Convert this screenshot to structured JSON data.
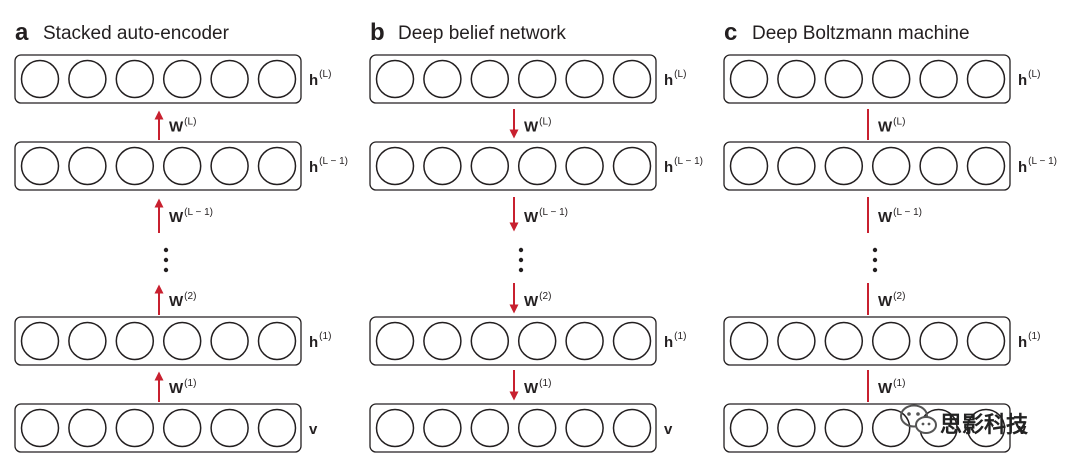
{
  "panels": [
    {
      "letter": "a",
      "title": "Stacked auto-encoder",
      "connection": "up-arrow",
      "layers": [
        {
          "name": "h",
          "sup": "(L)"
        },
        {
          "name": "h",
          "sup": "(L − 1)"
        },
        {
          "name": "h",
          "sup": "(1)"
        },
        {
          "name": "v",
          "sup": ""
        }
      ],
      "weights": [
        {
          "name": "W",
          "sup": "(L)"
        },
        {
          "name": "W",
          "sup": "(L − 1)"
        },
        {
          "name": "W",
          "sup": "(2)"
        },
        {
          "name": "W",
          "sup": "(1)"
        }
      ]
    },
    {
      "letter": "b",
      "title": "Deep belief network",
      "connection": "down-arrow",
      "layers": [
        {
          "name": "h",
          "sup": "(L)"
        },
        {
          "name": "h",
          "sup": "(L − 1)"
        },
        {
          "name": "h",
          "sup": "(1)"
        },
        {
          "name": "v",
          "sup": ""
        }
      ],
      "weights": [
        {
          "name": "W",
          "sup": "(L)"
        },
        {
          "name": "W",
          "sup": "(L − 1)"
        },
        {
          "name": "W",
          "sup": "(2)"
        },
        {
          "name": "W",
          "sup": "(1)"
        }
      ]
    },
    {
      "letter": "c",
      "title": "Deep Boltzmann machine",
      "connection": "line",
      "layers": [
        {
          "name": "h",
          "sup": "(L)"
        },
        {
          "name": "h",
          "sup": "(L − 1)"
        },
        {
          "name": "h",
          "sup": "(1)"
        },
        {
          "name": "v",
          "sup": ""
        }
      ],
      "weights": [
        {
          "name": "W",
          "sup": "(L)"
        },
        {
          "name": "W",
          "sup": "(L − 1)"
        },
        {
          "name": "W",
          "sup": "(2)"
        },
        {
          "name": "W",
          "sup": "(1)"
        }
      ]
    }
  ],
  "units_per_layer": 6,
  "colors": {
    "connection": "#c8202f",
    "stroke": "#231f20",
    "layer_fill": "#ffffff"
  },
  "watermark": {
    "text": "思影科技",
    "icon": "wechat-icon"
  }
}
